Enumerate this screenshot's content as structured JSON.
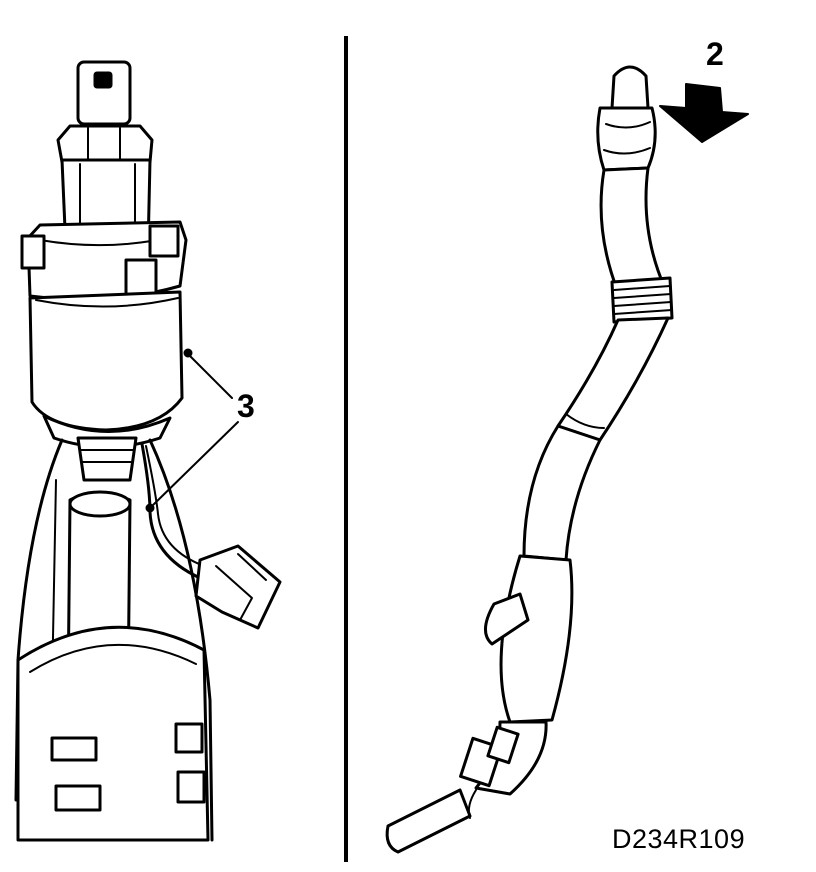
{
  "callouts": {
    "label_2": "2",
    "label_3": "3"
  },
  "figure_code": "D234R109",
  "colors": {
    "ink": "#000000",
    "paper": "#ffffff"
  }
}
